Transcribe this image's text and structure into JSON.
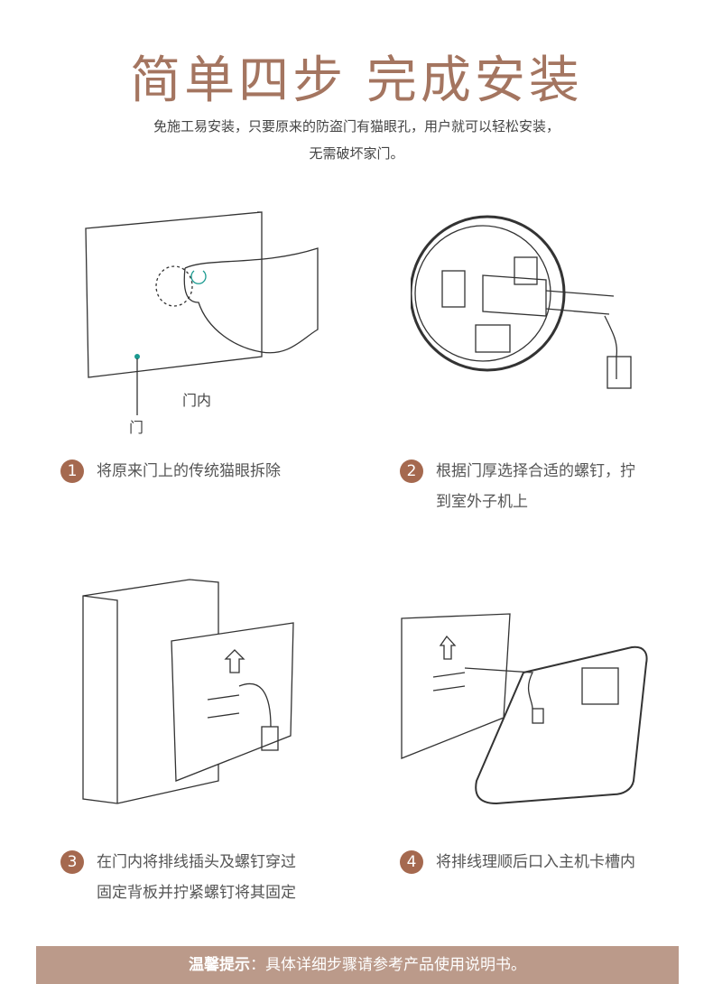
{
  "title": "简单四步 完成安装",
  "subtitle": {
    "line1": "免施工易安装，只要原来的防盗门有猫眼孔，用户就可以轻松安装，",
    "line2": "无需破坏家门。"
  },
  "labels": {
    "door_inside": "门内",
    "door": "门"
  },
  "steps": [
    {
      "num": "1",
      "lines": [
        "将原来门上的传统猫眼拆除"
      ]
    },
    {
      "num": "2",
      "lines": [
        "根据门厚选择合适的螺钉，拧",
        "到室外子机上"
      ]
    },
    {
      "num": "3",
      "lines": [
        "在门内将排线插头及螺钉穿过",
        "固定背板并拧紧螺钉将其固定"
      ]
    },
    {
      "num": "4",
      "lines": [
        "将排线理顺后口入主机卡槽内"
      ]
    }
  ],
  "banner": {
    "prefix": "温馨提示",
    "text": "：具体详细步骤请参考产品使用说明书。"
  },
  "colors": {
    "accent": "#a47560",
    "badge": "#a5694f",
    "banner": "#bb9a8a"
  }
}
